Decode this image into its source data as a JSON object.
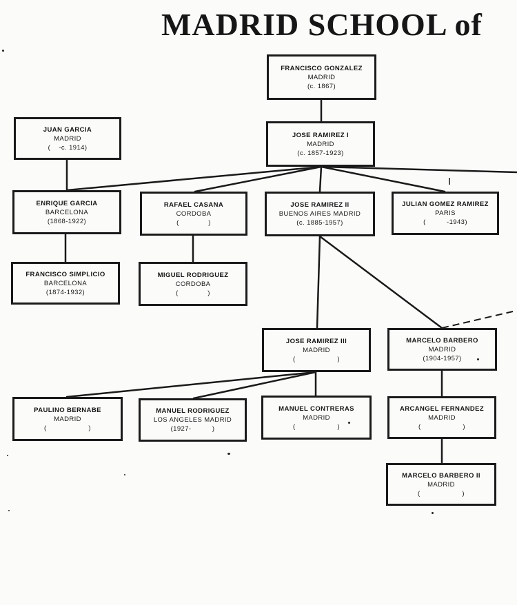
{
  "title": "MADRID SCHOOL of",
  "nodes": {
    "francisco_gonzalez": {
      "name": "FRANCISCO GONZALEZ",
      "place": "MADRID",
      "dates": "(c. 1867)"
    },
    "juan_garcia": {
      "name": "JUAN GARCIA",
      "place": "MADRID",
      "dates": "(    -c. 1914)"
    },
    "jose_ramirez_1": {
      "name": "JOSE RAMIREZ I",
      "place": "MADRID",
      "dates": "(c. 1857-1923)"
    },
    "enrique_garcia": {
      "name": "ENRIQUE GARCIA",
      "place": "BARCELONA",
      "dates": "(1868-1922)"
    },
    "rafael_casana": {
      "name": "RAFAEL CASANA",
      "place": "CORDOBA",
      "dates": "(              )"
    },
    "jose_ramirez_2": {
      "name": "JOSE RAMIREZ II",
      "place": "BUENOS AIRES MADRID",
      "dates": "(c. 1885-1957)"
    },
    "julian_gomez_ramirez": {
      "name": "JULIAN GOMEZ RAMIREZ",
      "place": "PARIS",
      "dates": "(          -1943)"
    },
    "francisco_simplicio": {
      "name": "FRANCISCO SIMPLICIO",
      "place": "BARCELONA",
      "dates": "(1874-1932)"
    },
    "miguel_rodriguez": {
      "name": "MIGUEL RODRIGUEZ",
      "place": "CORDOBA",
      "dates": "(              )"
    },
    "jose_ramirez_3": {
      "name": "JOSE RAMIREZ III",
      "place": "MADRID",
      "dates": "(                    )"
    },
    "marcelo_barbero": {
      "name": "MARCELO BARBERO",
      "place": "MADRID",
      "dates": "(1904-1957)"
    },
    "paulino_bernabe": {
      "name": "PAULINO BERNABE",
      "place": "MADRID",
      "dates": "(                    )"
    },
    "manuel_rodriguez": {
      "name": "MANUEL RODRIGUEZ",
      "place": "LOS ANGELES MADRID",
      "dates": "(1927-          )"
    },
    "manuel_contreras": {
      "name": "MANUEL CONTRERAS",
      "place": "MADRID",
      "dates": "(                    )"
    },
    "arcangel_fernandez": {
      "name": "ARCANGEL FERNANDEZ",
      "place": "MADRID",
      "dates": "(                    )"
    },
    "marcelo_barbero_2": {
      "name": "MARCELO BARBERO II",
      "place": "MADRID",
      "dates": "(                    )"
    }
  },
  "edges": [
    {
      "from": "francisco_gonzalez",
      "to": "jose_ramirez_1"
    },
    {
      "from": "juan_garcia",
      "to": "enrique_garcia"
    },
    {
      "from": "jose_ramirez_1",
      "to": "enrique_garcia"
    },
    {
      "from": "jose_ramirez_1",
      "to": "rafael_casana"
    },
    {
      "from": "jose_ramirez_1",
      "to": "jose_ramirez_2"
    },
    {
      "from": "jose_ramirez_1",
      "to": "julian_gomez_ramirez"
    },
    {
      "from": "enrique_garcia",
      "to": "francisco_simplicio"
    },
    {
      "from": "rafael_casana",
      "to": "miguel_rodriguez"
    },
    {
      "from": "jose_ramirez_2",
      "to": "jose_ramirez_3"
    },
    {
      "from": "jose_ramirez_2",
      "to": "marcelo_barbero"
    },
    {
      "from": "jose_ramirez_3",
      "to": "paulino_bernabe"
    },
    {
      "from": "jose_ramirez_3",
      "to": "manuel_rodriguez"
    },
    {
      "from": "jose_ramirez_3",
      "to": "manuel_contreras"
    },
    {
      "from": "marcelo_barbero",
      "to": "arcangel_fernandez"
    },
    {
      "from": "arcangel_fernandez",
      "to": "marcelo_barbero_2"
    }
  ]
}
